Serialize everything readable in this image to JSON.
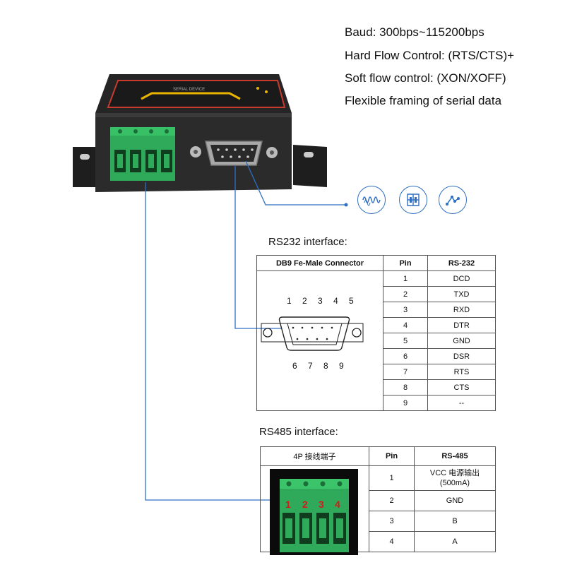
{
  "specs": [
    "Baud: 300bps~115200bps",
    "Hard Flow Control: (RTS/CTS)+",
    "Soft flow control: (XON/XOFF)",
    "Flexible framing of serial data"
  ],
  "icons": [
    "waveform-icon",
    "circuit-icon",
    "network-node-icon"
  ],
  "rs232": {
    "title": "RS232 interface:",
    "headers": [
      "DB9 Fe-Male Connector",
      "Pin",
      "RS-232"
    ],
    "top_pins": "1 2 3 4 5",
    "bottom_pins": "6 7 8 9",
    "rows": [
      {
        "pin": "1",
        "sig": "DCD"
      },
      {
        "pin": "2",
        "sig": "TXD"
      },
      {
        "pin": "3",
        "sig": "RXD"
      },
      {
        "pin": "4",
        "sig": "DTR"
      },
      {
        "pin": "5",
        "sig": "GND"
      },
      {
        "pin": "6",
        "sig": "DSR"
      },
      {
        "pin": "7",
        "sig": "RTS"
      },
      {
        "pin": "8",
        "sig": "CTS"
      },
      {
        "pin": "9",
        "sig": "--"
      }
    ]
  },
  "rs485": {
    "title": "RS485  interface:",
    "headers": [
      "4P 接线端子",
      "Pin",
      "RS-485"
    ],
    "terminal_numbers": [
      "1",
      "2",
      "3",
      "4"
    ],
    "rows": [
      {
        "pin": "1",
        "sig": "VCC 电源输出",
        "sig2": "(500mA)"
      },
      {
        "pin": "2",
        "sig": "GND",
        "sig2": ""
      },
      {
        "pin": "3",
        "sig": "B",
        "sig2": ""
      },
      {
        "pin": "4",
        "sig": "A",
        "sig2": ""
      }
    ]
  },
  "colors": {
    "line": "#2e6fc2",
    "device_body": "#2b2b2b",
    "terminal_green": "#2faa5a",
    "accent_red": "#d31b1b"
  }
}
